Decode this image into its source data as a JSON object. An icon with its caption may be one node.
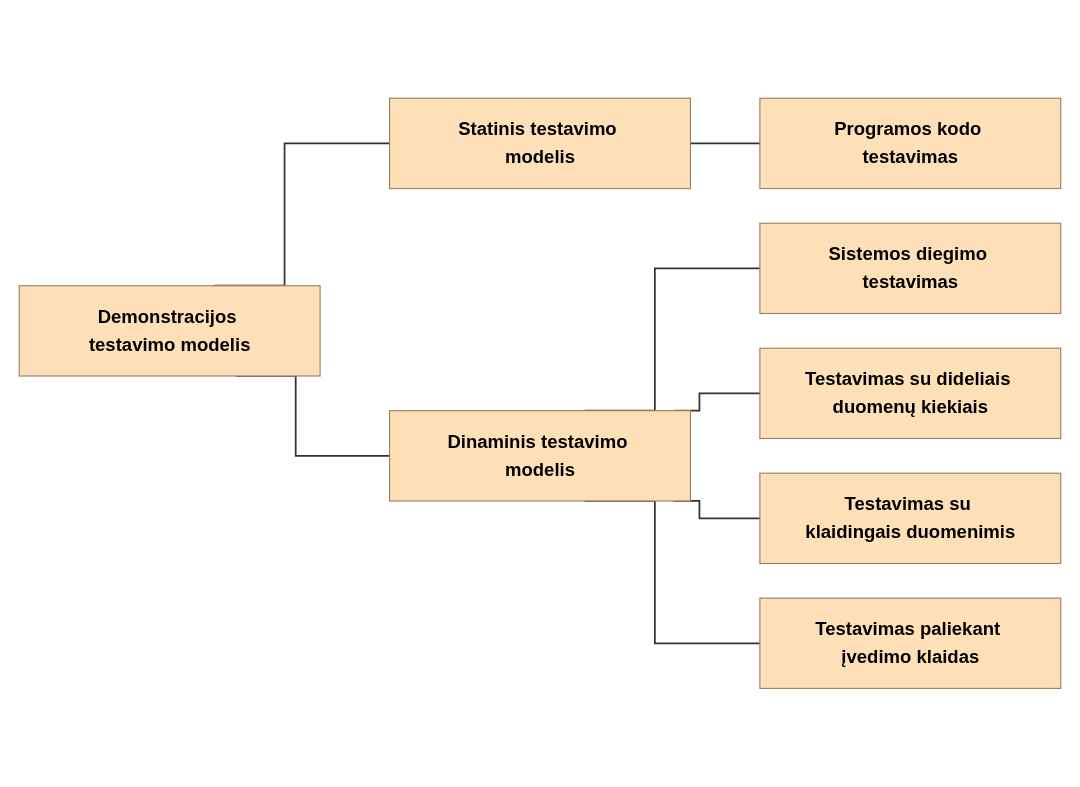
{
  "diagram": {
    "nodes": [
      {
        "text": [
          "Demonstracijos testavimo modelis"
        ]
      },
      {
        "text": [
          "Statinis testavimo modelis"
        ]
      },
      {
        "text": [
          "Programos kodo testavimas"
        ]
      },
      {
        "text": [
          "Dinaminis testavimo modelis"
        ]
      },
      {
        "text": [
          "Sistemos diegimo testavimas"
        ]
      },
      {
        "text": [
          "Testavimas su dideliais duomenų kiekiais"
        ]
      },
      {
        "text": [
          "Testavimas su klaidingais duomenimis"
        ]
      },
      {
        "text": [
          "Testavimas paliekant įvedimo klaidas"
        ]
      }
    ],
    "edges": [
      {
        "from": 0,
        "to": 1,
        "arrow": "none"
      },
      {
        "from": 1,
        "to": 2,
        "arrow": "none"
      },
      {
        "from": 0,
        "to": 3,
        "arrow": "none"
      },
      {
        "from": 3,
        "to": 4,
        "arrow": "none"
      },
      {
        "from": 3,
        "to": 5,
        "arrow": "none"
      },
      {
        "from": 3,
        "to": 6,
        "arrow": "none"
      },
      {
        "from": 3,
        "to": 7,
        "arrow": "none"
      }
    ]
  }
}
